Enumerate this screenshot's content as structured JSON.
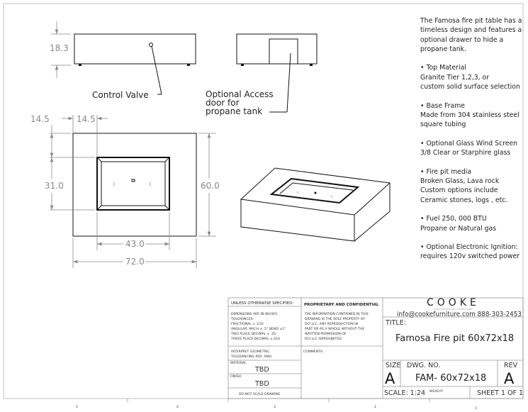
{
  "views": {
    "front": {
      "height_dim": "18.3",
      "callout": "Control Valve"
    },
    "side": {
      "callout_lines": [
        "Optional Access",
        "door for",
        "propane tank"
      ]
    },
    "top": {
      "dim_left_margin": "14.5",
      "dim_left_inset": "14.5",
      "dim_opening_depth": "31.0",
      "dim_overall_depth": "60.0",
      "dim_opening_width": "43.0",
      "dim_overall_width": "72.0"
    }
  },
  "notes": [
    {
      "lines": [
        "The Famosa fire pit table has a timeless design and features a optional drawer to hide a propane tank."
      ]
    },
    {
      "lines": [
        "• Top Material",
        "Granite Tier 1,2,3, or",
        "custom solid surface selection"
      ]
    },
    {
      "lines": [
        "• Base  Frame",
        "Made from 304 stainless steel",
        "square tubing"
      ]
    },
    {
      "lines": [
        "• Optional Glass Wind Screen",
        "3/8 Clear or Starphire glass"
      ]
    },
    {
      "lines": [
        "• Fire pit media",
        "Broken Glass, Lava rock",
        "Custom options include",
        "Ceramic stones, logs , etc."
      ]
    },
    {
      "lines": [
        "• Fuel  250, 000 BTU",
        "Propane or Natural gas"
      ]
    },
    {
      "lines": [
        "• Optional Electronic Ignition:",
        "requires 120v switched power"
      ]
    }
  ],
  "title_block": {
    "unless": "UNLESS OTHERWISE SPECIFIED:",
    "tolerances": [
      "DIMENSIONS ARE IN INCHES",
      "TOLERANCES:",
      "FRACTIONAL ± 1/32",
      "ANGULAR: MACH ± .5° BEND ±1°",
      "TWO PLACE DECIMAL    ± .05",
      "THREE PLACE DECIMAL  ±.010"
    ],
    "interpret": [
      "INTERPRET GEOMETRIC",
      "TOLERANCING PER: ANSI"
    ],
    "material_label": "MATERIAL",
    "material": "TBD",
    "finish_label": "FINISH",
    "finish": "TBD",
    "do_not_scale": "DO NOT SCALE DRAWING",
    "proprietary": "PROPRIETARY AND CONFIDENTIAL",
    "proprietary_text": [
      "THE INFORMATION CONTAINED IN THIS",
      "DRAWING IS THE SOLE PROPERTY OF",
      "DCI LLC.  ANY REPRODUCTION IN",
      "PART OR AS A WHOLE WITHOUT THE",
      "WRITTEN PERMISSION OF",
      "DCI LLC ISPROHIBITED."
    ],
    "comments": "COMMENTS:",
    "brand": "COOKE",
    "brand_sub": "CONTEMPORARY FURNITURE",
    "contact": "info@cookefurniture.com 888-303-2453",
    "title_label": "TITLE:",
    "title": "Famosa Fire pit  60x72x18",
    "size_label": "SIZE",
    "size": "A",
    "dwg_label": "DWG.  NO.",
    "dwg_no": "FAM- 60x72x18",
    "rev_label": "REV",
    "rev": "A",
    "scale": "SCALE: 1:24",
    "weight": "WEIGHT:",
    "sheet": "SHEET 1 OF 1"
  },
  "zones": [
    "5",
    "4",
    "3",
    "2",
    "1"
  ]
}
